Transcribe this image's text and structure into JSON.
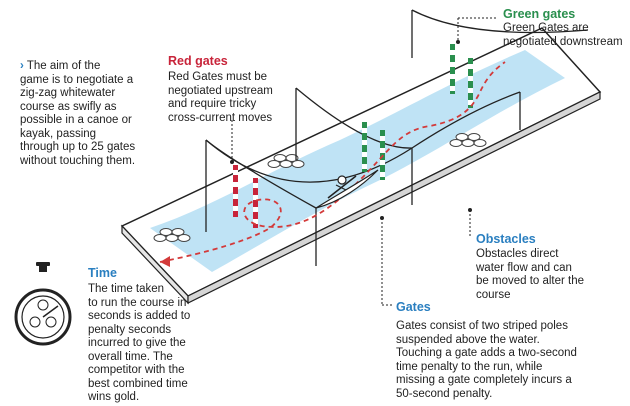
{
  "intro": {
    "marker": "›",
    "lines": [
      "The aim of the",
      "game is to negotiate a",
      "zig-zag whitewater",
      "course as swifly as",
      "possible in a canoe or",
      "kayak, passing",
      "through up to 25 gates",
      "without touching them."
    ]
  },
  "red_gates": {
    "title": "Red gates",
    "lines": [
      "Red Gates must be",
      "negotiated upstream",
      "and require tricky",
      "cross-current moves"
    ]
  },
  "green_gates": {
    "title": "Green gates",
    "lines": [
      "Green Gates are",
      "negotiated downstream"
    ]
  },
  "obstacles": {
    "title": "Obstacles",
    "lines": [
      "Obstacles direct",
      "water flow and can",
      "be moved to alter the",
      "course"
    ]
  },
  "gates": {
    "title": "Gates",
    "lines": [
      "Gates consist of two striped poles",
      "suspended above the water.",
      "Touching a gate adds a two-second",
      "time penalty to the run, while",
      "missing a gate completely incurs a",
      "50-second penalty."
    ]
  },
  "time": {
    "title": "Time",
    "lines": [
      "The time taken",
      "to run the course in",
      "seconds is added to",
      "penalty seconds",
      "incurred to give the",
      "overall time. The",
      "competitor with the",
      "best combined time",
      "wins gold."
    ]
  },
  "colors": {
    "red": "#c8243a",
    "green": "#2a8f4e",
    "blue_heading": "#2a7fc0",
    "water": "#bfe3f5",
    "course_path": "#d33a3a"
  }
}
